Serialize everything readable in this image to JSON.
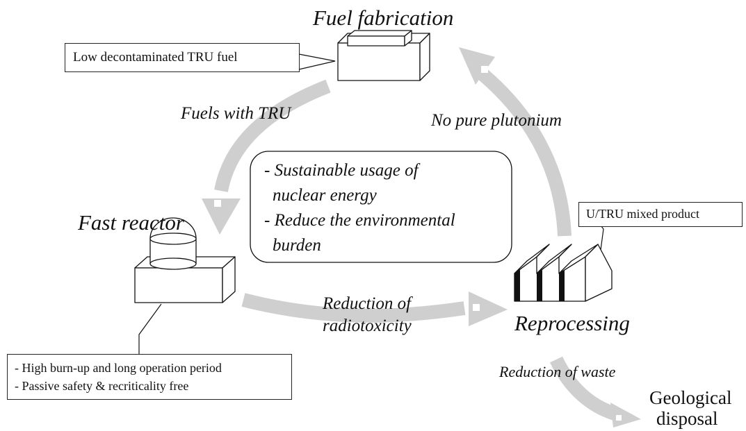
{
  "colors": {
    "arrow": "#cfcfcf",
    "line": "#111111",
    "background": "#ffffff"
  },
  "nodes": {
    "fuel_fabrication": "Fuel fabrication",
    "fast_reactor": "Fast reactor",
    "reprocessing": "Reprocessing",
    "geological_disposal_line1": "Geological",
    "geological_disposal_line2": "disposal"
  },
  "arrows": {
    "fuels_with_tru": "Fuels with TRU",
    "no_pure_plutonium": "No pure plutonium",
    "reduction_radiotoxicity_line1": "Reduction of",
    "reduction_radiotoxicity_line2": "radiotoxicity",
    "reduction_of_waste": "Reduction of waste"
  },
  "callouts": {
    "fuel": "Low decontaminated TRU fuel",
    "product": "U/TRU mixed product",
    "reactor_line1": "- High burn-up and long operation period",
    "reactor_line2": "- Passive safety & recriticality free"
  },
  "center": {
    "line1": "-  Sustainable usage of",
    "line2": "nuclear energy",
    "line3": "-  Reduce the environmental",
    "line4": "burden"
  },
  "icons": [
    "fuel-fabrication-icon",
    "fast-reactor-icon",
    "reprocessing-factory-icon"
  ]
}
